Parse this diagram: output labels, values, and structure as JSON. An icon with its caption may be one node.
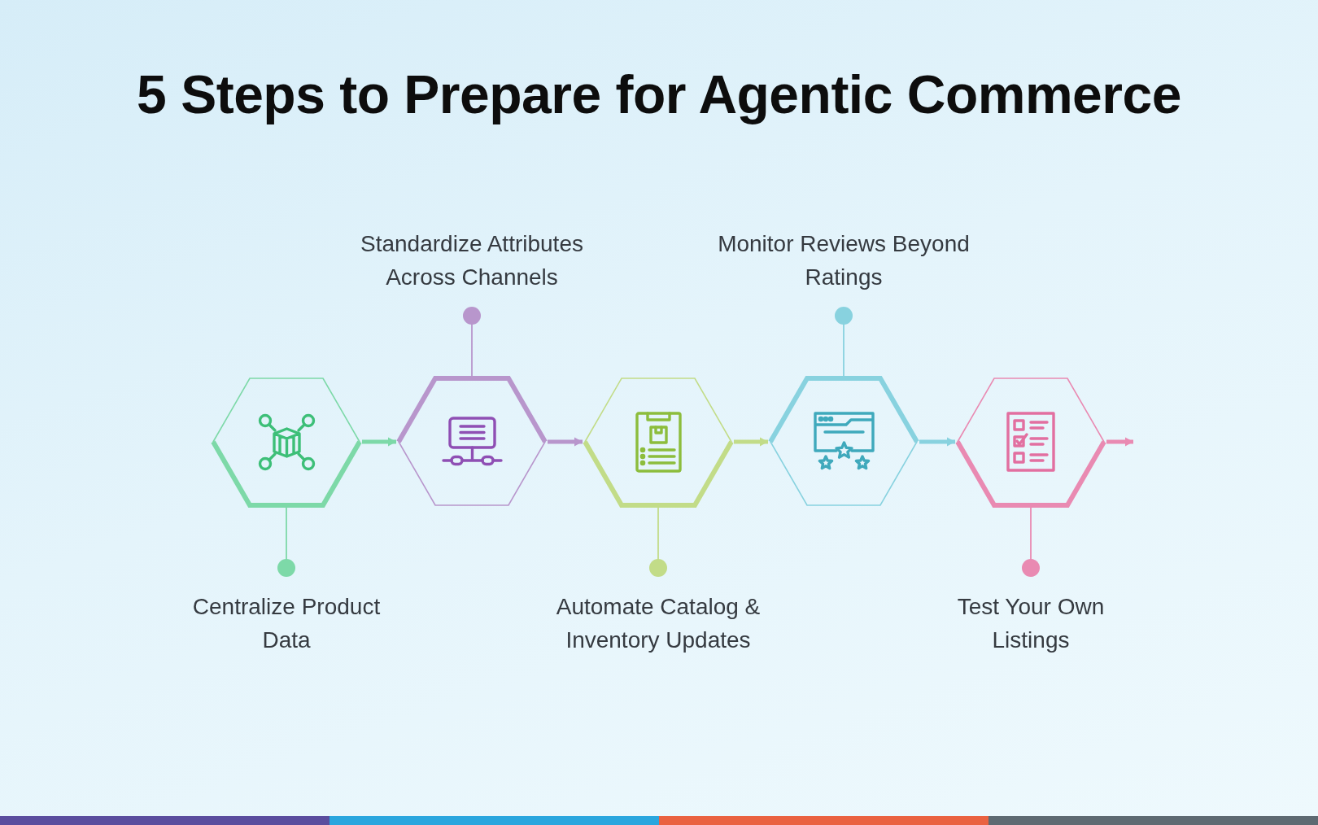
{
  "diagram": {
    "title": "5 Steps to Prepare for Agentic Commerce",
    "nodes": [
      {
        "text": [],
        "shape": "hexagon"
      },
      {
        "text": [],
        "shape": "hexagon"
      },
      {
        "text": [],
        "shape": "hexagon"
      },
      {
        "text": [],
        "shape": "hexagon"
      },
      {
        "text": [],
        "shape": "hexagon"
      },
      {
        "text": [
          "Centralize Product Data"
        ]
      },
      {
        "text": [
          "Standardize Attributes Across Channels"
        ]
      },
      {
        "text": [
          "Automate Catalog & Inventory Updates"
        ]
      },
      {
        "text": [
          "Monitor Reviews Beyond Ratings"
        ]
      },
      {
        "text": [
          "Test Your Own Listings"
        ]
      }
    ],
    "edges": [
      {
        "from": 0,
        "to": 1,
        "arrow": "to",
        "style": "thick",
        "color": "#7dd9a8"
      },
      {
        "from": 1,
        "to": 2,
        "arrow": "to",
        "style": "thick",
        "color": "#b896cc"
      },
      {
        "from": 2,
        "to": 3,
        "arrow": "to",
        "style": "thick",
        "color": "#c2dc88"
      },
      {
        "from": 3,
        "to": 4,
        "arrow": "to",
        "style": "thick",
        "color": "#88d2df"
      },
      {
        "from": 4,
        "to": null,
        "arrow": "to",
        "style": "thick",
        "color": "#e98ab2"
      },
      {
        "from": 0,
        "to": 5,
        "arrow": "other",
        "color": "#7dd9a8"
      },
      {
        "from": 1,
        "to": 6,
        "arrow": "other",
        "color": "#b896cc"
      },
      {
        "from": 2,
        "to": 7,
        "arrow": "other",
        "color": "#c2dc88"
      },
      {
        "from": 3,
        "to": 8,
        "arrow": "other",
        "color": "#88d2df"
      },
      {
        "from": 4,
        "to": 9,
        "arrow": "other",
        "color": "#e98ab2"
      }
    ]
  }
}
